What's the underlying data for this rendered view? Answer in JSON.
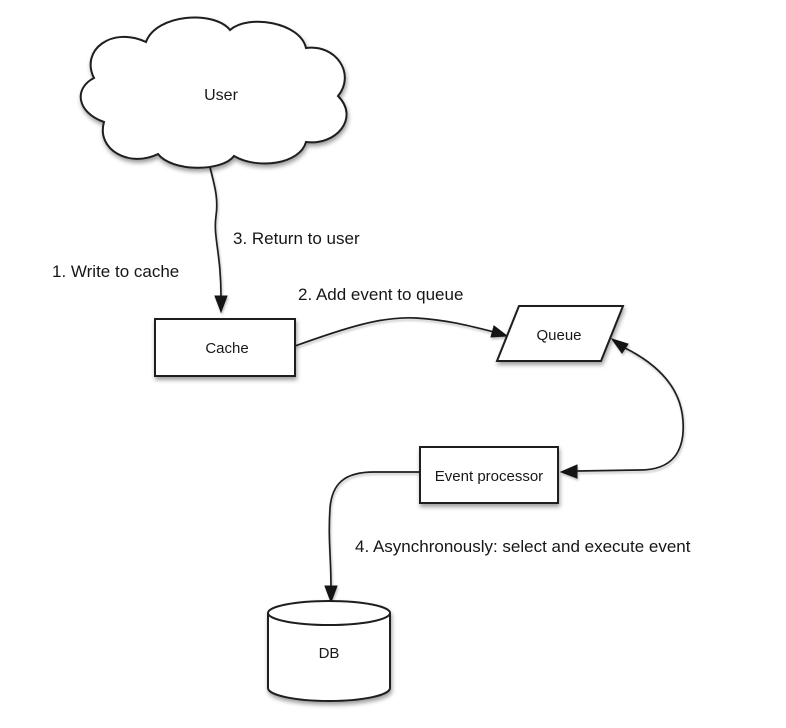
{
  "diagram": {
    "type": "flow-diagram",
    "colors": {
      "background": "#ffffff",
      "shape_fill": "#ffffff",
      "stroke": "#1e1e1e",
      "text": "#161616"
    },
    "nodes": {
      "user": {
        "label": "User",
        "shape": "cloud"
      },
      "cache": {
        "label": "Cache",
        "shape": "rectangle"
      },
      "queue": {
        "label": "Queue",
        "shape": "parallelogram"
      },
      "event_processor": {
        "label": "Event processor",
        "shape": "rectangle"
      },
      "db": {
        "label": "DB",
        "shape": "cylinder"
      }
    },
    "annotations": [
      {
        "id": "step1",
        "text": "1. Write to cache",
        "near_edge": "user-to-cache"
      },
      {
        "id": "step2",
        "text": "2. Add event to queue",
        "near_edge": "cache-to-queue"
      },
      {
        "id": "step3",
        "text": "3. Return to user",
        "near_edge": "user-to-cache"
      },
      {
        "id": "step4",
        "text": "4. Asynchronously: select and execute event",
        "near_edge": "event-processor-to-db"
      }
    ],
    "edges": [
      {
        "from": "user",
        "to": "cache",
        "style": "arrow"
      },
      {
        "from": "cache",
        "to": "queue",
        "style": "arrow"
      },
      {
        "from": "queue",
        "to": "event_processor",
        "style": "double-arrow"
      },
      {
        "from": "event_processor",
        "to": "db",
        "style": "arrow"
      }
    ]
  }
}
